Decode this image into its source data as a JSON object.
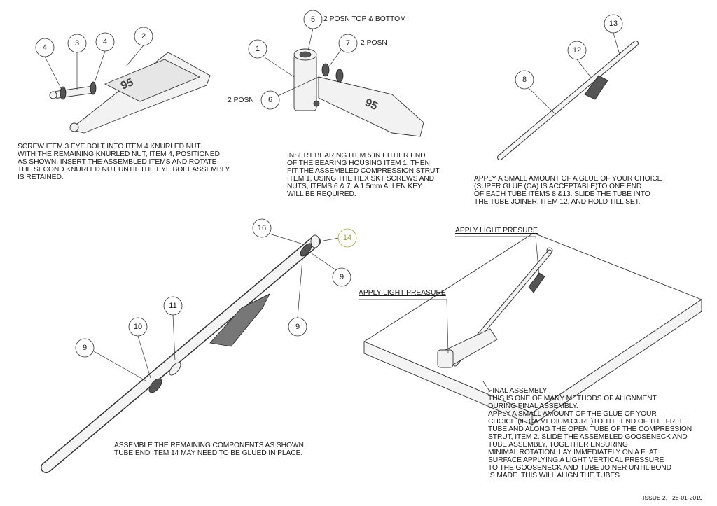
{
  "notes": {
    "step1": "SCREW ITEM 3 EYE BOLT INTO ITEM 4 KNURLED NUT.\nWITH THE REMAINING KNURLED NUT, ITEM 4, POSITIONED\nAS SHOWN, INSERT THE ASSEMBLED ITEMS AND ROTATE\nTHE SECOND KNURLED NUT UNTIL THE EYE BOLT ASSEMBLY\nIS RETAINED.",
    "step2": "INSERT BEARING ITEM 5 IN EITHER END\nOF THE BEARING HOUSING ITEM 1, THEN\nFIT THE ASSEMBLED COMPRESSION STRUT\nITEM 1, USING THE HEX SKT SCREWS AND\nNUTS, ITEMS 6 & 7. A 1.5mm ALLEN KEY\nWILL BE REQUIRED.",
    "step3": "APPLY A SMALL AMOUNT OF A GLUE OF YOUR CHOICE\n(SUPER GLUE (CA) IS ACCEPTABLE)TO ONE END\nOF EACH TUBE ITEMS 8 &13. SLIDE THE TUBE INTO\nTHE TUBE JOINER, ITEM 12, AND HOLD TILL SET.",
    "step4": "ASSEMBLE THE REMAINING COMPONENTS AS SHOWN,\nTUBE END ITEM 14 MAY NEED TO BE GLUED IN PLACE.",
    "step5": "FINAL ASSEMBLY\nTHIS IS ONE OF MANY METHODS OF ALIGNMENT\nDURING FINAL ASSEMBLY.\nAPPLY A SMALL AMOUNT OF THE GLUE OF YOUR\nCHOICE (IE.CA MEDIUM CURE)TO THE END OF THE FREE\nTUBE AND ALONG THE OPEN TUBE OF THE COMPRESSION\nSTRUT, ITEM 2. SLIDE THE ASSEMBLED GOOSENECK AND\nTUBE ASSEMBLY, TOGETHER ENSURING\nMINIMAL ROTATION. LAY IMMEDIATELY ON A FLAT\nSURFACE APPLYING A LIGHT VERTICAL PRESSURE\nTO THE GOOSENECK AND TUBE JOINER UNTIL BOND\nIS MADE. THIS WILL ALIGN THE TUBES"
  },
  "labels": {
    "top_bottom": "2 POSN TOP & BOTTOM",
    "posn_7": "2 POSN",
    "posn_6": "2 POSN",
    "pressure_top": "APPLY LIGHT PRESURE",
    "pressure_left": "APPLY LIGHT PREASURE",
    "issue": "ISSUE 2,   28-01-2019"
  },
  "balloons": {
    "a4": "4",
    "a3": "3",
    "b4": "4",
    "a2": "2",
    "b5": "5",
    "b1": "1",
    "b7": "7",
    "b6": "6",
    "c13": "13",
    "c12": "12",
    "c8": "8",
    "d16": "16",
    "d14": "14",
    "d9a": "9",
    "d9b": "9",
    "d11": "11",
    "d10": "10",
    "d9c": "9"
  },
  "colors": {
    "highlight_balloon": "#a8a838"
  }
}
